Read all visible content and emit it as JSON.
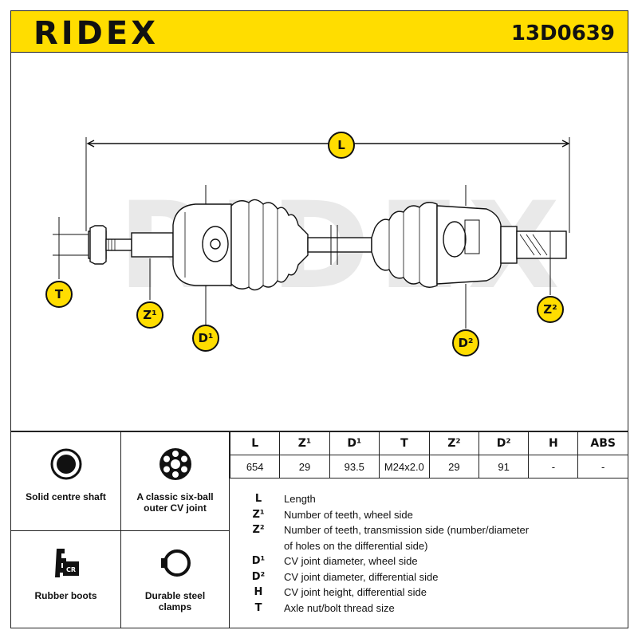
{
  "header": {
    "brand": "RIDEX",
    "part_number": "13D0639",
    "accent_color": "#ffdd00"
  },
  "drawing": {
    "labels": {
      "L": "L",
      "T": "T",
      "Z1": "Z¹",
      "D1": "D¹",
      "Z2": "Z²",
      "D2": "D²"
    },
    "watermark": "RIDEX"
  },
  "features": [
    {
      "icon": "solid-shaft-icon",
      "label": "Solid centre shaft"
    },
    {
      "icon": "six-ball-joint-icon",
      "label": "A classic six-ball outer CV joint"
    },
    {
      "icon": "rubber-boot-icon",
      "label": "Rubber boots",
      "badge": "CR"
    },
    {
      "icon": "steel-clamp-icon",
      "label": "Durable steel clamps"
    }
  ],
  "spec_table": {
    "headers": [
      "L",
      "Z¹",
      "D¹",
      "T",
      "Z²",
      "D²",
      "H",
      "ABS"
    ],
    "values": [
      "654",
      "29",
      "93.5",
      "M24x2.0",
      "29",
      "91",
      "-",
      "-"
    ]
  },
  "legend": [
    {
      "key": "L",
      "text": "Length"
    },
    {
      "key": "Z¹",
      "text": "Number of teeth, wheel side"
    },
    {
      "key": "Z²",
      "text": "Number of teeth, transmission side (number/diameter"
    },
    {
      "key": "",
      "text": "of holes on the differential side)"
    },
    {
      "key": "D¹",
      "text": "CV joint diameter, wheel side"
    },
    {
      "key": "D²",
      "text": "CV joint diameter, differential side"
    },
    {
      "key": "H",
      "text": "CV joint height, differential side"
    },
    {
      "key": "T",
      "text": "Axle nut/bolt thread size"
    }
  ]
}
